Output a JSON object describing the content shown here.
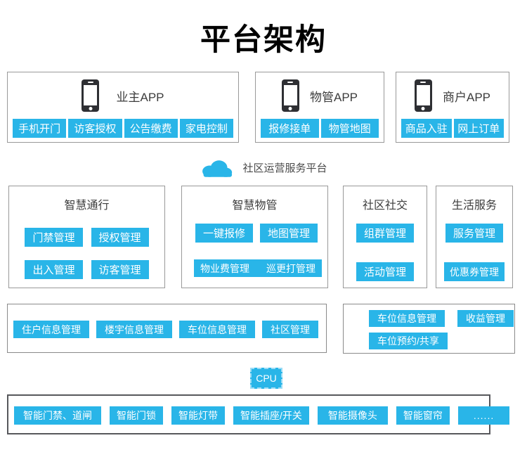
{
  "title": "平台架构",
  "colors": {
    "accent": "#29b5e8",
    "box_border": "#999999",
    "device_box_border": "#57585c",
    "title": "#000000"
  },
  "app_row": {
    "boxes": [
      {
        "title": "业主APP",
        "icon": "phone-icon",
        "buttons": [
          "手机开门",
          "访客授权",
          "公告缴费",
          "家电控制"
        ]
      },
      {
        "title": "物管APP",
        "icon": "phone-icon",
        "buttons": [
          "报修接单",
          "物管地图"
        ]
      },
      {
        "title": "商户APP",
        "icon": "phone-icon",
        "buttons": [
          "商品入驻",
          "网上订单"
        ]
      }
    ]
  },
  "platform": {
    "icon": "cloud-icon",
    "label": "社区运营服务平台"
  },
  "module_row": {
    "boxes": [
      {
        "title": "智慧通行",
        "buttons": [
          "门禁管理",
          "授权管理",
          "出入管理",
          "访客管理"
        ]
      },
      {
        "title": "智慧物管",
        "buttons": [
          "一键报修",
          "地图管理",
          "物业费管理",
          "巡更打管理"
        ]
      },
      {
        "title": "社区社交",
        "buttons": [
          "组群管理",
          "活动管理"
        ]
      },
      {
        "title": "生活服务",
        "buttons": [
          "服务管理",
          "优惠券管理"
        ]
      }
    ]
  },
  "info_row": {
    "left_buttons": [
      "住户信息管理",
      "楼宇信息管理",
      "车位信息管理",
      "社区管理"
    ],
    "right_buttons": [
      "车位信息管理",
      "收益管理",
      "车位预约/共享"
    ]
  },
  "cpu": {
    "label": "CPU"
  },
  "device_row": {
    "buttons": [
      "智能门禁、道闸",
      "智能门锁",
      "智能灯带",
      "智能插座/开关",
      "智能摄像头",
      "智能窗帘",
      "......"
    ]
  }
}
